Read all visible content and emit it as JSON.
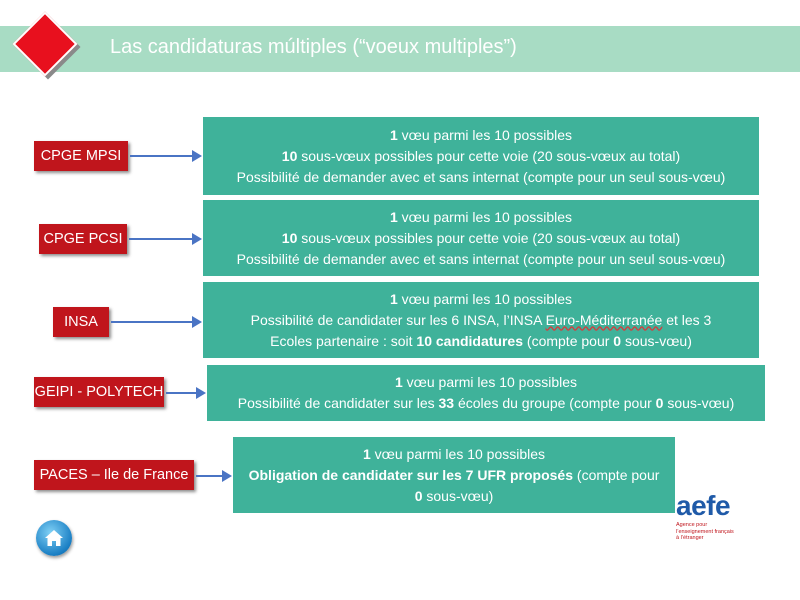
{
  "title": "Las candidaturas múltiples (“voeux multiples”)",
  "rows": [
    {
      "label": "CPGE MPSI",
      "lines": [
        [
          {
            "t": "1",
            "b": true
          },
          {
            "t": " vœu parmi les 10 possibles"
          }
        ],
        [
          {
            "t": "10",
            "b": true
          },
          {
            "t": " sous-vœux possibles pour cette voie (20 sous-vœux au total)"
          }
        ],
        [
          {
            "t": "Possibilité de demander avec et sans internat (compte pour un seul sous-vœu)"
          }
        ]
      ]
    },
    {
      "label": "CPGE PCSI",
      "lines": [
        [
          {
            "t": "1",
            "b": true
          },
          {
            "t": " vœu parmi les 10 possibles"
          }
        ],
        [
          {
            "t": "10",
            "b": true
          },
          {
            "t": " sous-vœux possibles pour cette voie (20 sous-vœux au total)"
          }
        ],
        [
          {
            "t": "Possibilité de demander avec et sans internat (compte pour un seul sous-vœu)"
          }
        ]
      ]
    },
    {
      "label": "INSA",
      "lines": [
        [
          {
            "t": "1",
            "b": true
          },
          {
            "t": " vœu parmi les 10 possibles"
          }
        ],
        [
          {
            "t": "Possibilité de candidater sur les 6 INSA, l’INSA "
          },
          {
            "t": "Euro-Méditerranée",
            "w": true
          },
          {
            "t": " et les 3"
          }
        ],
        [
          {
            "t": "Ecoles partenaire : soit "
          },
          {
            "t": "10 candidatures",
            "b": true
          },
          {
            "t": " (compte pour "
          },
          {
            "t": "0",
            "b": true
          },
          {
            "t": " sous-vœu)"
          }
        ]
      ]
    },
    {
      "label": "GEIPI - POLYTECH",
      "lines": [
        [
          {
            "t": "1",
            "b": true
          },
          {
            "t": " vœu parmi les 10 possibles"
          }
        ],
        [
          {
            "t": "Possibilité de candidater sur les "
          },
          {
            "t": "33",
            "b": true
          },
          {
            "t": " écoles du groupe (compte pour "
          },
          {
            "t": "0",
            "b": true
          },
          {
            "t": " sous-vœu)"
          }
        ]
      ]
    },
    {
      "label": "PACES – Ile de France",
      "lines": [
        [
          {
            "t": "1",
            "b": true
          },
          {
            "t": " vœu parmi les 10 possibles"
          }
        ],
        [
          {
            "t": "Obligation de candidater  sur les 7 UFR proposés",
            "b": true
          },
          {
            "t": " (compte pour"
          }
        ],
        [
          {
            "t": "0",
            "b": true
          },
          {
            "t": " sous-vœu)"
          }
        ]
      ]
    }
  ],
  "logo": {
    "word": "aefe",
    "sub": [
      "Agence pour",
      "l’enseignement français",
      "à l’étranger"
    ]
  },
  "colors": {
    "title_bar": "#a8dcc4",
    "label_red": "#c0151c",
    "box_teal": "#3fb29a",
    "arrow_blue": "#4a74c4"
  },
  "icons": {
    "home": "home-icon",
    "diamond": "red-diamond-bullet"
  }
}
